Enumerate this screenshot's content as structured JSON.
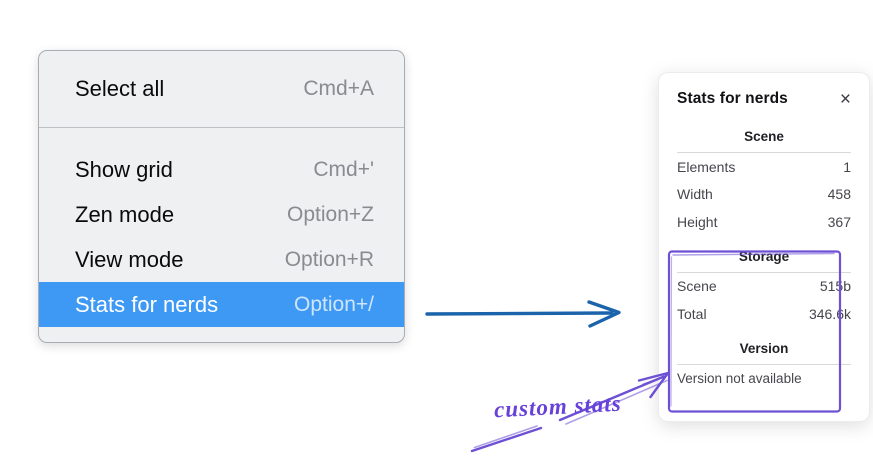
{
  "menu": {
    "items": [
      {
        "label": "Select all",
        "shortcut": "Cmd+A",
        "selected": false
      },
      {
        "label": "Show grid",
        "shortcut": "Cmd+'",
        "selected": false
      },
      {
        "label": "Zen mode",
        "shortcut": "Option+Z",
        "selected": false
      },
      {
        "label": "View mode",
        "shortcut": "Option+R",
        "selected": false
      },
      {
        "label": "Stats for nerds",
        "shortcut": "Option+/",
        "selected": true
      }
    ]
  },
  "stats_panel": {
    "title": "Stats for nerds",
    "close_label": "×",
    "sections": [
      {
        "heading": "Scene",
        "rows": [
          [
            "Elements",
            "1"
          ],
          [
            "Width",
            "458"
          ],
          [
            "Height",
            "367"
          ]
        ]
      },
      {
        "heading": "Storage",
        "rows": [
          [
            "Scene",
            "515b"
          ],
          [
            "Total",
            "346.6k"
          ]
        ]
      },
      {
        "heading": "Version",
        "rows": [],
        "note": "Version not available"
      }
    ]
  },
  "annotation": {
    "label": "custom stats",
    "color": "#6741d9"
  },
  "colors": {
    "menu_highlight": "#3e99f4",
    "connector_arrow_blue": "#1b64ab",
    "annotation_purple": "#6d50d4"
  }
}
